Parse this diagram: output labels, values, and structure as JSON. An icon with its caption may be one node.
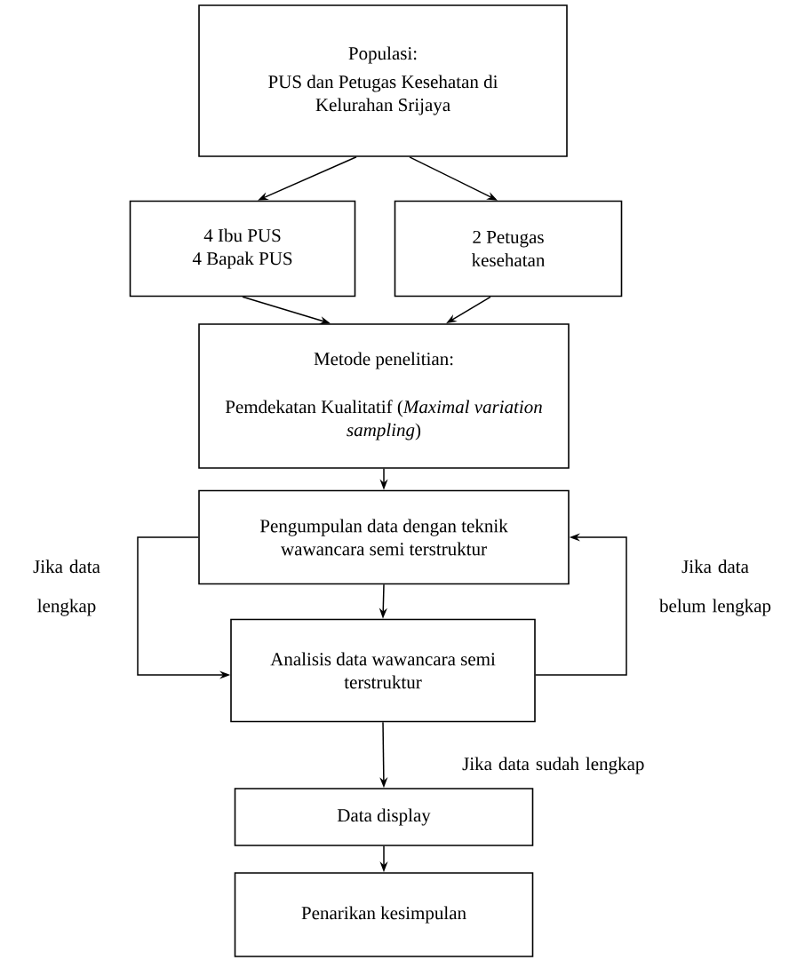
{
  "diagram": {
    "nodes": [
      {
        "text": [
          "Populasi:",
          "PUS dan Petugas Kesehatan di Kelurahan Srijaya"
        ]
      },
      {
        "text": [
          "4 Ibu PUS",
          "4 Bapak PUS"
        ]
      },
      {
        "text": [
          "2 Petugas kesehatan"
        ]
      },
      {
        "text": [
          "Metode penelitian:",
          "Pemdekatan Kualitatif (*Maximal variation sampling*)"
        ]
      },
      {
        "text": [
          "Pengumpulan data dengan teknik wawancara semi terstruktur"
        ]
      },
      {
        "text": [
          "Analisis data wawancara semi terstruktur"
        ]
      },
      {
        "text": [
          "Data display"
        ]
      },
      {
        "text": [
          "Penarikan kesimpulan"
        ]
      }
    ],
    "edges": [
      {
        "from": 0,
        "to": 1,
        "arrow": "to"
      },
      {
        "from": 0,
        "to": 2,
        "arrow": "to"
      },
      {
        "from": 1,
        "to": 3,
        "arrow": "to"
      },
      {
        "from": 2,
        "to": 3,
        "arrow": "to"
      },
      {
        "from": 3,
        "to": 4,
        "arrow": "to"
      },
      {
        "from": 4,
        "to": 5,
        "arrow": "to"
      },
      {
        "from": 4,
        "to": 5,
        "arrow": "to",
        "label": "Jika data lengkap"
      },
      {
        "from": 5,
        "to": 4,
        "arrow": "to",
        "label": "Jika data belum lengkap"
      },
      {
        "from": 5,
        "to": 6,
        "arrow": "to",
        "label": "Jika data sudah lengkap"
      },
      {
        "from": 6,
        "to": 7,
        "arrow": "to"
      }
    ]
  }
}
